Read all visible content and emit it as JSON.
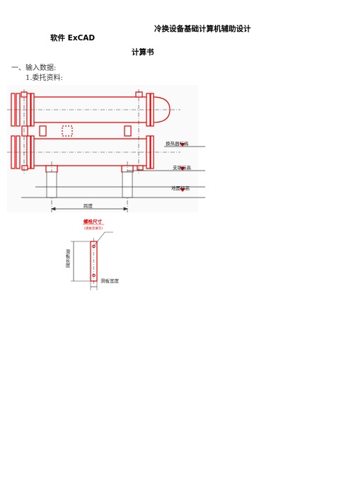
{
  "document": {
    "title": "冷换设备基础计算机辅助设计",
    "software": "软件 ExCAD",
    "subtitle": "计算书",
    "section1": "一、输入数据:",
    "item1": "1.委托资料:"
  },
  "drawing": {
    "label_exchanger_elev": "换热器标高",
    "label_support_elev": "支墩标高",
    "label_ground_elev": "地面标高",
    "label_span": "跨度",
    "label_bolt_size": "螺栓尺寸",
    "label_bolt_note": "(请依次填写)",
    "label_plate_length": "滑板长度",
    "label_plate_width": "滑板宽度",
    "colors": {
      "line": "#e60000",
      "dim": "#000000"
    }
  }
}
